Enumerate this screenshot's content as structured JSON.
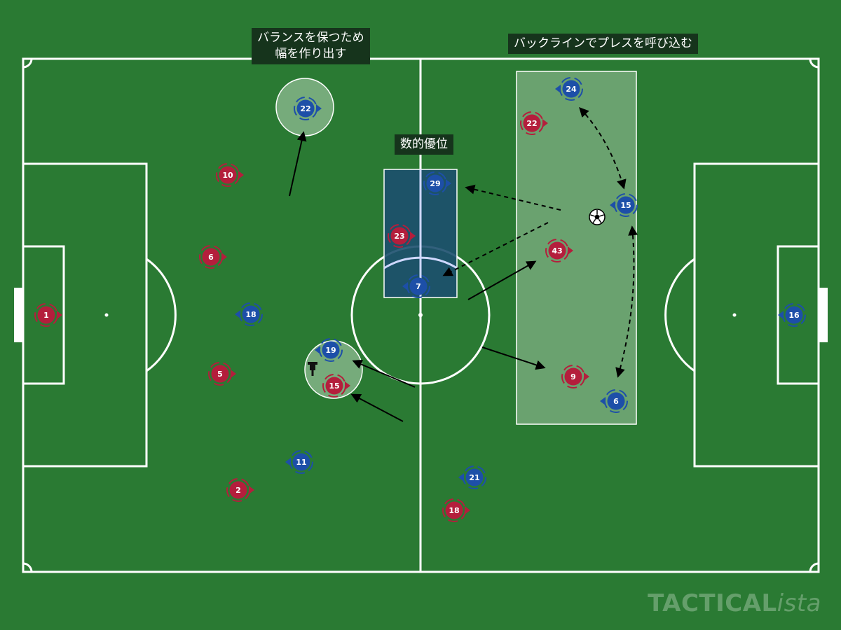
{
  "annotations": {
    "width_balance": {
      "line1": "バランスを保つため",
      "line2": "幅を作り出す"
    },
    "numerical_advantage": "数的優位",
    "backline_press": "バックラインでプレスを呼び込む"
  },
  "watermark": {
    "part1": "TACTICAL",
    "part2": "ista"
  },
  "colors": {
    "pitch": "#2a7a33",
    "red_team": "#b41e3c",
    "blue_team": "#1d4fa8",
    "highlight_box": "#1c4f6e"
  },
  "red_team": {
    "goalkeeper": "1",
    "players": [
      "10",
      "6",
      "5",
      "2",
      "22",
      "23",
      "43",
      "9",
      "15",
      "18"
    ]
  },
  "blue_team": {
    "goalkeeper": "16",
    "players": [
      "22",
      "29",
      "7",
      "18",
      "19",
      "11",
      "21",
      "24",
      "15",
      "6"
    ]
  },
  "ball": "soccer-ball-icon"
}
